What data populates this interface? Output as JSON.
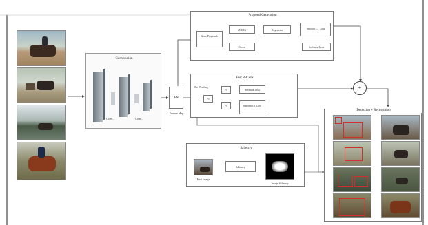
{
  "input_images": [
    "horse-rider-image-1",
    "horse-cart-image-2",
    "horse-lake-image-3",
    "horse-jump-image-4"
  ],
  "convolution": {
    "title": "Convolution",
    "layer_label_1": "Conv...",
    "layer_label_2": "Conv..."
  },
  "feature_map": {
    "block_label": "FM",
    "caption": "Feature Map"
  },
  "proposal": {
    "title": "Proposal Generation",
    "generate_label": "Gene Proposals",
    "mbox_label": "MBOX",
    "regressor_label": "Regressor",
    "loss1_label": "Smooth L1 Loss",
    "score_label": "Score",
    "loss2_label": "Softmax Loss"
  },
  "fast_rcnn": {
    "title": "Fast R-CNN",
    "roi_label": "RoI Pooling",
    "fc_main": "Fc",
    "fc_a": "Fc",
    "fc_b": "Fc",
    "loss_a": "Softmax Loss",
    "loss_b": "Smooth L1 Loss"
  },
  "saliency": {
    "title": "Saliency",
    "input_caption": "First Image",
    "process_label": "Saliency",
    "output_caption": "Image Saliency"
  },
  "combine_symbol": "+",
  "detection": {
    "title": "Detection + Recognition",
    "results": [
      "result-1",
      "result-2",
      "result-3",
      "result-4",
      "result-5",
      "result-6",
      "result-7",
      "result-8"
    ]
  },
  "colors": {
    "box_border": "#7a7a7a",
    "arrow": "#444444",
    "detection_box": "#d0302a"
  }
}
